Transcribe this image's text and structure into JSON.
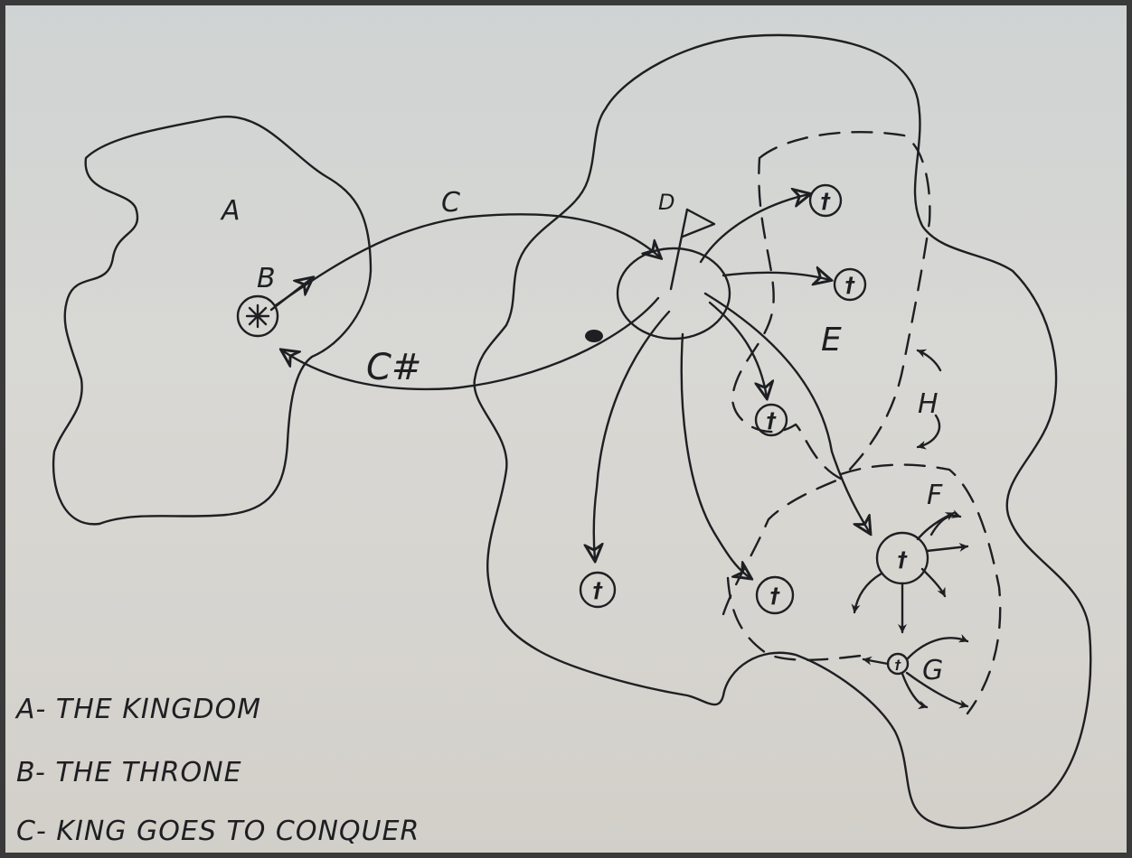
{
  "diagram": {
    "labels": {
      "a": "A",
      "b": "B",
      "c": "C",
      "c_sharp": "C#",
      "d": "D",
      "e": "E",
      "f": "F",
      "g": "G",
      "h": "H"
    },
    "legend": [
      "A- THE KINGDOM",
      "B- THE THRONE",
      "C- KING GOES TO CONQUER"
    ]
  }
}
